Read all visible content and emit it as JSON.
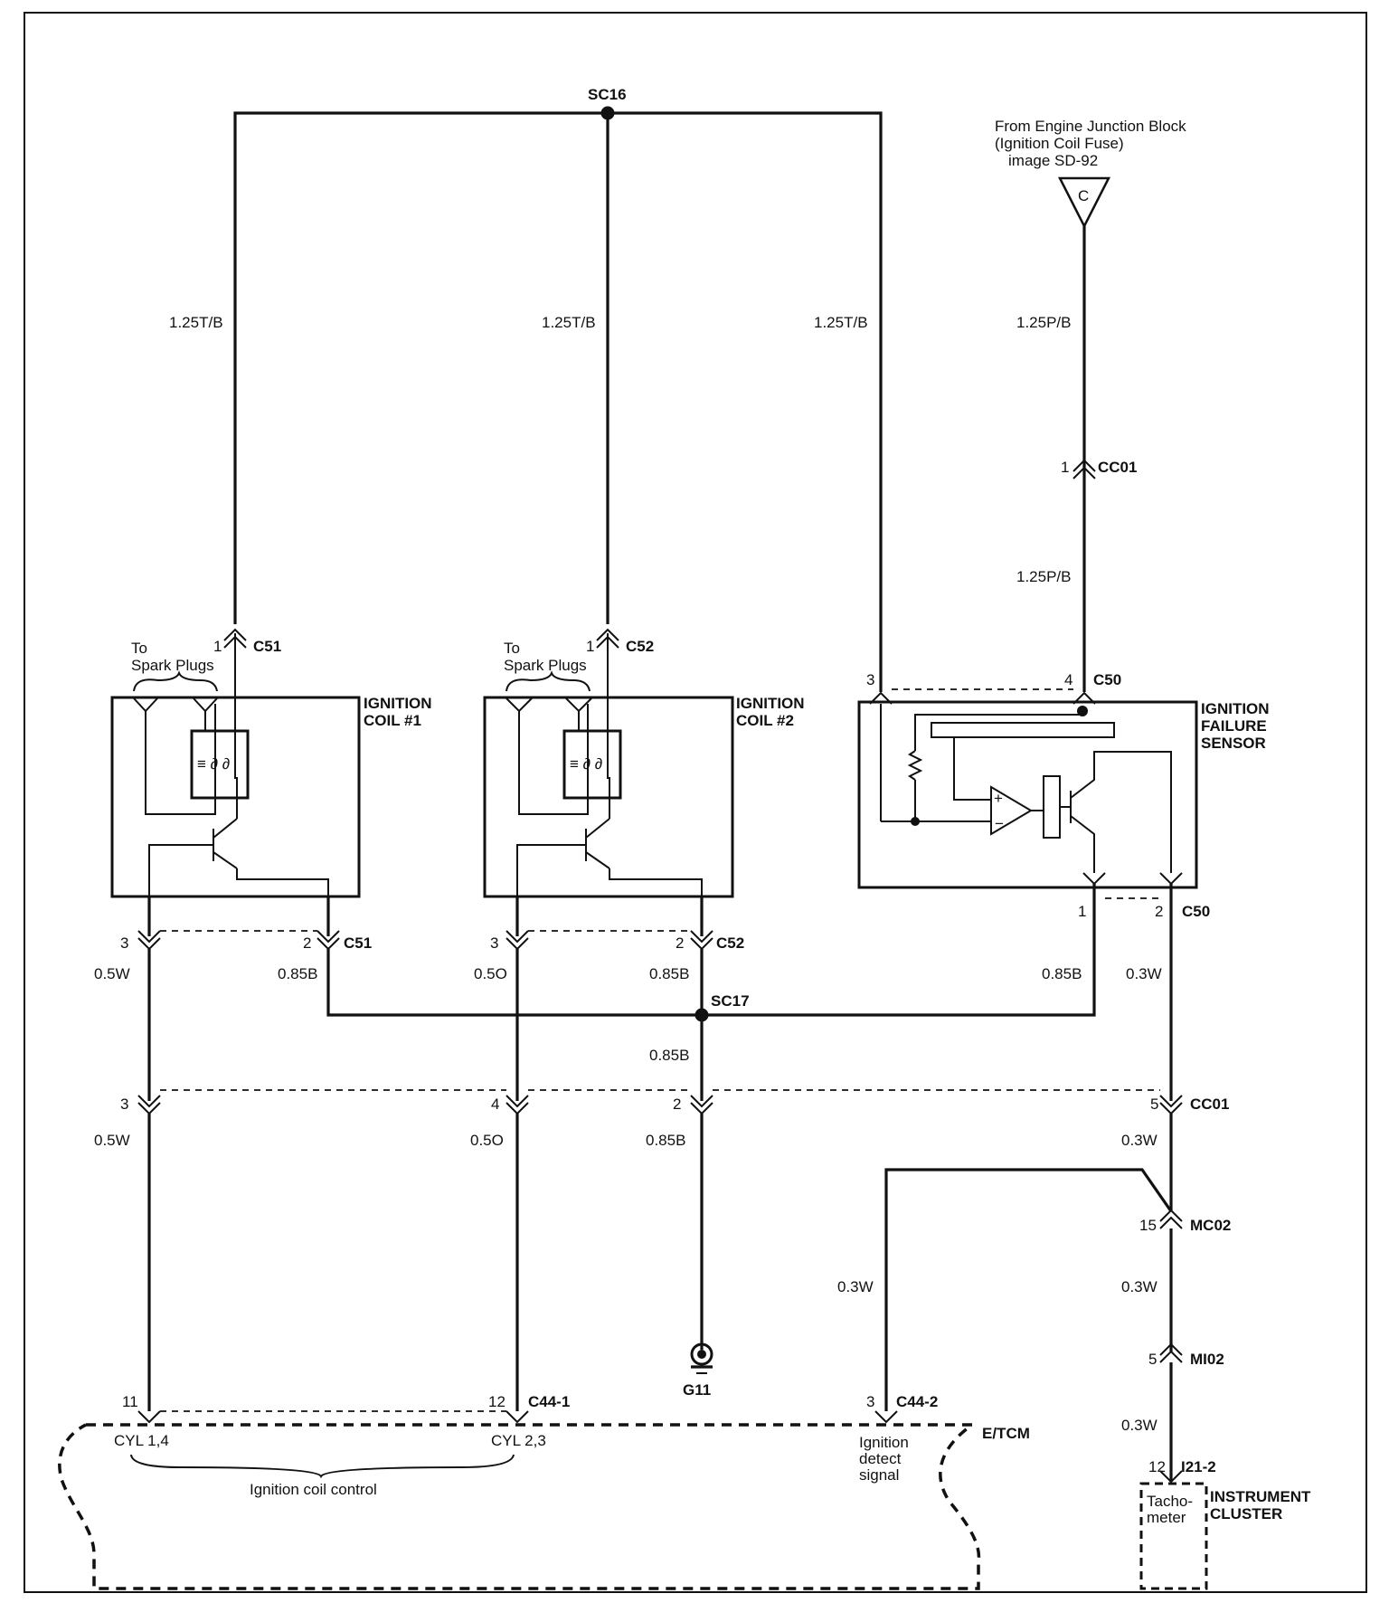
{
  "source": {
    "line1": "From Engine Junction Block",
    "line2": "(Ignition Coil Fuse)",
    "line3": "image SD-92",
    "terminal": "C"
  },
  "splices": {
    "top": "SC16",
    "mid": "SC17"
  },
  "wires": {
    "coil1_feed": "1.25T/B",
    "coil2_feed": "1.25T/B",
    "sensor_feed": "1.25T/B",
    "fuse_upper": "1.25P/B",
    "fuse_lower": "1.25P/B",
    "coil1_ctrl_upper": "0.5W",
    "coil1_ctrl_lower": "0.5W",
    "coil1_gnd": "0.85B",
    "coil2_ctrl_upper": "0.5O",
    "coil2_ctrl_lower": "0.5O",
    "coil2_gnd": "0.85B",
    "ground_upper": "0.85B",
    "ground_lower": "0.85B",
    "sensor_gnd": "0.85B",
    "sensor_out": "0.3W",
    "tach_1": "0.3W",
    "detect": "0.3W",
    "tach_2": "0.3W",
    "tach_3": "0.3W"
  },
  "connectors": {
    "c51": "C51",
    "c52": "C52",
    "c50": "C50",
    "cc01": "CC01",
    "mc02": "MC02",
    "mi02": "MI02",
    "c44_1": "C44-1",
    "c44_2": "C44-2",
    "i21_2": "I21-2"
  },
  "pins": {
    "c51_top": "1",
    "c52_top": "1",
    "cc01_top": "1",
    "c50_top_left": "3",
    "c50_top_right": "4",
    "c51_b_left": "3",
    "c51_b_right": "2",
    "c52_b_left": "3",
    "c52_b_right": "2",
    "c50_b_left": "1",
    "c50_b_right": "2",
    "cc01_a": "3",
    "cc01_b": "4",
    "cc01_c": "2",
    "cc01_d": "5",
    "mc02": "15",
    "mi02": "5",
    "etcm_11": "11",
    "etcm_12": "12",
    "etcm_3": "3",
    "i21": "12"
  },
  "components": {
    "coil1": [
      "IGNITION",
      "COIL #1"
    ],
    "coil2": [
      "IGNITION",
      "COIL #2"
    ],
    "sensor": [
      "IGNITION",
      "FAILURE",
      "SENSOR"
    ],
    "cluster": [
      "INSTRUMENT",
      "CLUSTER"
    ],
    "etcm": "E/TCM"
  },
  "spark": [
    "To",
    "Spark Plugs"
  ],
  "ground": "G11",
  "etcm_labels": {
    "cyl14": "CYL 1,4",
    "cyl23": "CYL 2,3",
    "control": "Ignition coil control",
    "detect": [
      "Ignition",
      "detect",
      "signal"
    ]
  },
  "tacho": [
    "Tacho-",
    "meter"
  ]
}
